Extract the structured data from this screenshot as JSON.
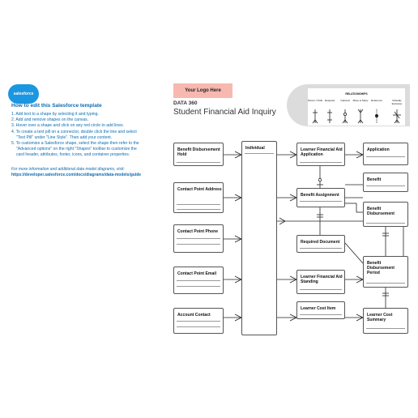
{
  "instructions": {
    "brand": "salesforce",
    "title": "How to edit this Salesforce template",
    "steps": [
      "1. Add text to a shape by selecting it and typing.",
      "2. Add and remove shapes on the canvas.",
      "3. Hover over a shape and click on any red circle to add lines.",
      "4. To create a text pill on a connector, double click the line and select",
      "\"Text Pill\" under \"Line Style\". Then add your content.",
      "5. To customize a Salesforce shape, select the shape then refer to the",
      "\"Advanced options\" on the right \"Shapes\" toolbar to customize the",
      "card header, attributes, footer, icons, and container properties."
    ],
    "note": "For more information and additional data model diagrams, visit:",
    "url": "https://developer.salesforce.com/docs/diagrams/data-models/guide"
  },
  "header": {
    "logo_placeholder": "Your Logo Here",
    "product": "DATA 360",
    "title": "Student Financial Aid Inquiry"
  },
  "legend": {
    "title": "RELATIONSHIPS",
    "items": [
      {
        "label": "Parent / Child"
      },
      {
        "label": "Required"
      },
      {
        "label": "Optional"
      },
      {
        "label": "Many to Many"
      },
      {
        "label": "Reference"
      },
      {
        "label": "Mutually Exclusive"
      }
    ]
  },
  "entities": {
    "benefit_disbursement_hold": "Benefit Disbursement Hold",
    "contact_point_address": "Contact Point Address",
    "contact_point_phone": "Contact Point Phone",
    "contact_point_email": "Contact Point Email",
    "account_contact": "Account Contact",
    "individual": "Individual",
    "learner_financial_aid_application": "Learner Financial Aid Application",
    "benefit_assignment": "Benefit Assignment",
    "required_document": "Required Document",
    "learner_financial_aid_standing": "Learner Financial Aid Standing",
    "learner_cost_item": "Learner Cost Item",
    "application": "Application",
    "benefit": "Benefit",
    "benefit_disbursement": "Benefit Disbursement",
    "benefit_disbursement_period": "Benefit Disbursement Period",
    "learner_cost_summary": "Learner Cost Summary"
  },
  "colors": {
    "instructions_text": "#0b6cb3",
    "brand_blue": "#1b96e0",
    "logo_fill": "#f7b8b0",
    "legend_band": "#dcdcdc",
    "line": "#222222"
  }
}
